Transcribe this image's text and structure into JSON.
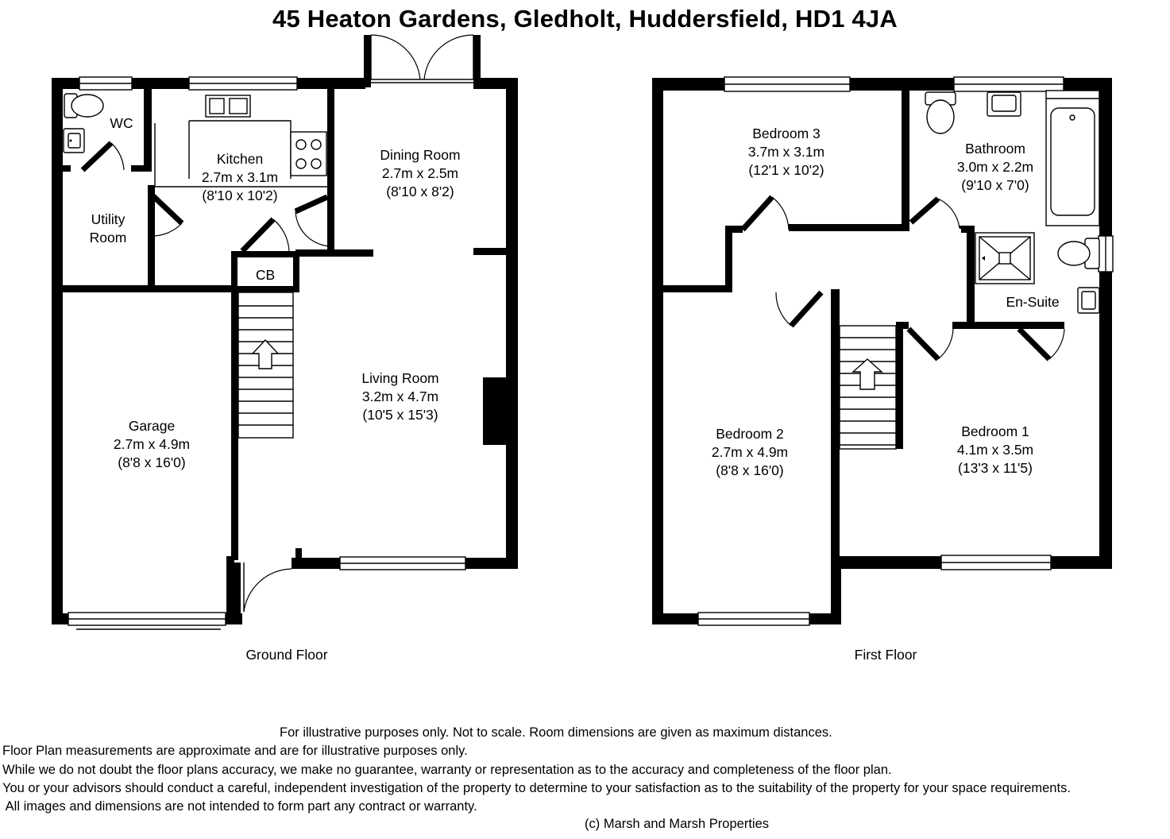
{
  "title": "45 Heaton Gardens, Gledholt, Huddersfield, HD1 4JA",
  "ground_floor": {
    "label": "Ground Floor",
    "rooms": {
      "wc": {
        "name": "WC"
      },
      "kitchen": {
        "name": "Kitchen",
        "metric": "2.7m x 3.1m",
        "imperial": "(8'10 x 10'2)"
      },
      "dining": {
        "name": "Dining Room",
        "metric": "2.7m x 2.5m",
        "imperial": "(8'10 x 8'2)"
      },
      "utility": {
        "name_line1": "Utility",
        "name_line2": "Room"
      },
      "cb": {
        "name": "CB"
      },
      "living": {
        "name": "Living Room",
        "metric": "3.2m x 4.7m",
        "imperial": "(10'5 x 15'3)"
      },
      "garage": {
        "name": "Garage",
        "metric": "2.7m x 4.9m",
        "imperial": "(8'8 x 16'0)"
      }
    }
  },
  "first_floor": {
    "label": "First Floor",
    "rooms": {
      "bedroom3": {
        "name": "Bedroom 3",
        "metric": "3.7m x 3.1m",
        "imperial": "(12'1 x 10'2)"
      },
      "bathroom": {
        "name": "Bathroom",
        "metric": "3.0m x 2.2m",
        "imperial": "(9'10 x 7'0)"
      },
      "ensuite": {
        "name": "En-Suite"
      },
      "bedroom2": {
        "name": "Bedroom 2",
        "metric": "2.7m x 4.9m",
        "imperial": "(8'8 x 16'0)"
      },
      "bedroom1": {
        "name": "Bedroom 1",
        "metric": "4.1m x 3.5m",
        "imperial": "(13'3 x 11'5)"
      }
    }
  },
  "disclaimer": {
    "line1": "For illustrative purposes only.  Not to scale.  Room dimensions are given as maximum distances.",
    "line2": "Floor Plan measurements are approximate and are for illustrative purposes only.",
    "line3": "While we do not doubt the floor plans accuracy, we make no guarantee, warranty or representation as to the accuracy and completeness of the floor plan.",
    "line4": "You or your advisors should conduct a careful, independent investigation of the property to determine to your satisfaction as to the suitability of the property for your space requirements.",
    "line5": " All images and dimensions are not intended to form part any contract or warranty.",
    "copyright": "(c) Marsh and Marsh Properties"
  }
}
